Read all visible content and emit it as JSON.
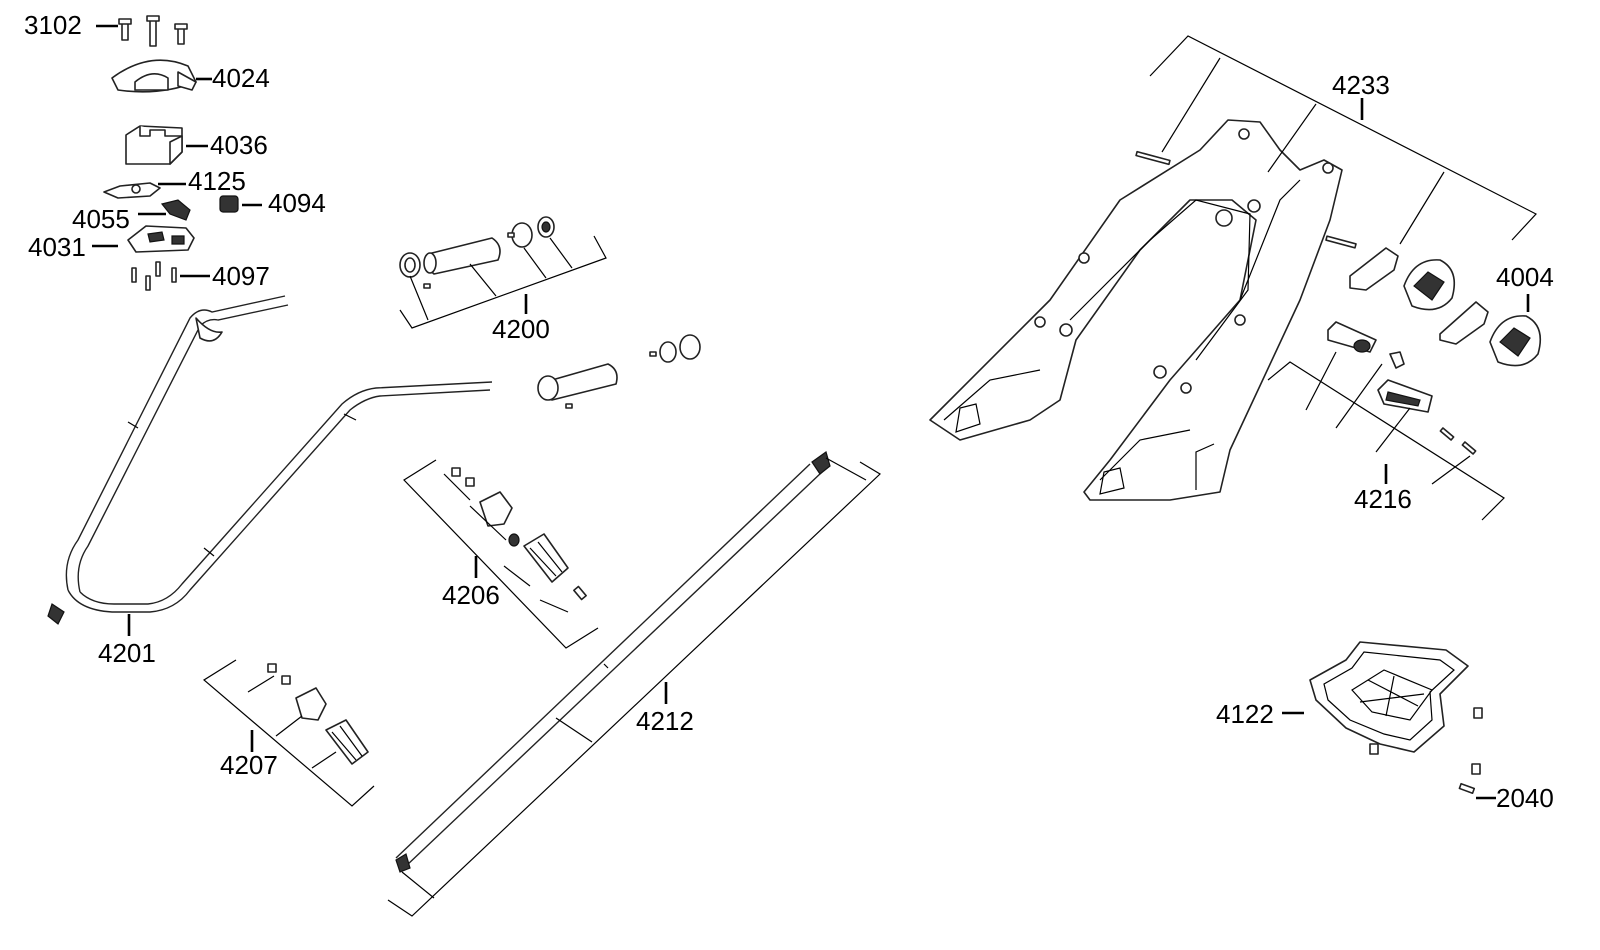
{
  "diagram": {
    "type": "exploded parts diagram",
    "callouts": [
      {
        "id": "c3102",
        "label": "3102"
      },
      {
        "id": "c4024",
        "label": "4024"
      },
      {
        "id": "c4036",
        "label": "4036"
      },
      {
        "id": "c4125",
        "label": "4125"
      },
      {
        "id": "c4094",
        "label": "4094"
      },
      {
        "id": "c4055",
        "label": "4055"
      },
      {
        "id": "c4031",
        "label": "4031"
      },
      {
        "id": "c4097",
        "label": "4097"
      },
      {
        "id": "c4200",
        "label": "4200"
      },
      {
        "id": "c4201",
        "label": "4201"
      },
      {
        "id": "c4206",
        "label": "4206"
      },
      {
        "id": "c4207",
        "label": "4207"
      },
      {
        "id": "c4212",
        "label": "4212"
      },
      {
        "id": "c4233",
        "label": "4233"
      },
      {
        "id": "c4004",
        "label": "4004"
      },
      {
        "id": "c4216",
        "label": "4216"
      },
      {
        "id": "c4122",
        "label": "4122"
      },
      {
        "id": "c2040",
        "label": "2040"
      }
    ]
  },
  "colors": {
    "background": "#ffffff",
    "ink": "#000000",
    "part_fill": "#ffffff",
    "part_stroke": "#222222",
    "dark_fill": "#333333"
  }
}
